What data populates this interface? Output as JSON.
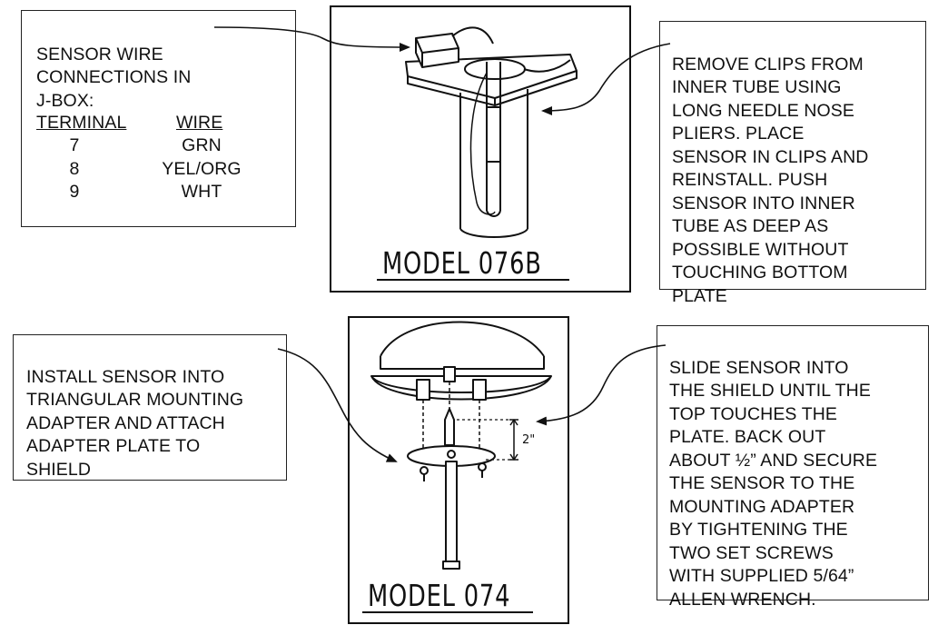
{
  "wire_box": {
    "title": "SENSOR WIRE\nCONNECTIONS IN\nJ-BOX:",
    "col_terminal": "TERMINAL",
    "col_wire": "WIRE",
    "rows": [
      {
        "terminal": "7",
        "wire": "GRN"
      },
      {
        "terminal": "8",
        "wire": "YEL/ORG"
      },
      {
        "terminal": "9",
        "wire": "WHT"
      }
    ]
  },
  "clips_box": {
    "text": "REMOVE CLIPS FROM\nINNER TUBE USING\nLONG NEEDLE NOSE\nPLIERS.  PLACE\nSENSOR IN CLIPS AND\nREINSTALL.  PUSH\nSENSOR INTO INNER\nTUBE AS DEEP AS\nPOSSIBLE WITHOUT\nTOUCHING BOTTOM\nPLATE"
  },
  "install_box": {
    "text": "INSTALL SENSOR INTO\nTRIANGULAR MOUNTING\nADAPTER AND ATTACH\nADAPTER PLATE TO\nSHIELD"
  },
  "slide_box": {
    "text": "SLIDE SENSOR INTO\nTHE SHIELD UNTIL THE\nTOP TOUCHES THE\nPLATE.  BACK OUT\nABOUT ½” AND SECURE\nTHE SENSOR TO THE\nMOUNTING ADAPTER\nBY TIGHTENING THE\nTWO SET SCREWS\nWITH SUPPLIED 5/64”\nALLEN WRENCH."
  },
  "figure_076b": {
    "caption": "MODEL 076B"
  },
  "figure_074": {
    "caption": "MODEL 074",
    "dimension_label": "2\""
  }
}
